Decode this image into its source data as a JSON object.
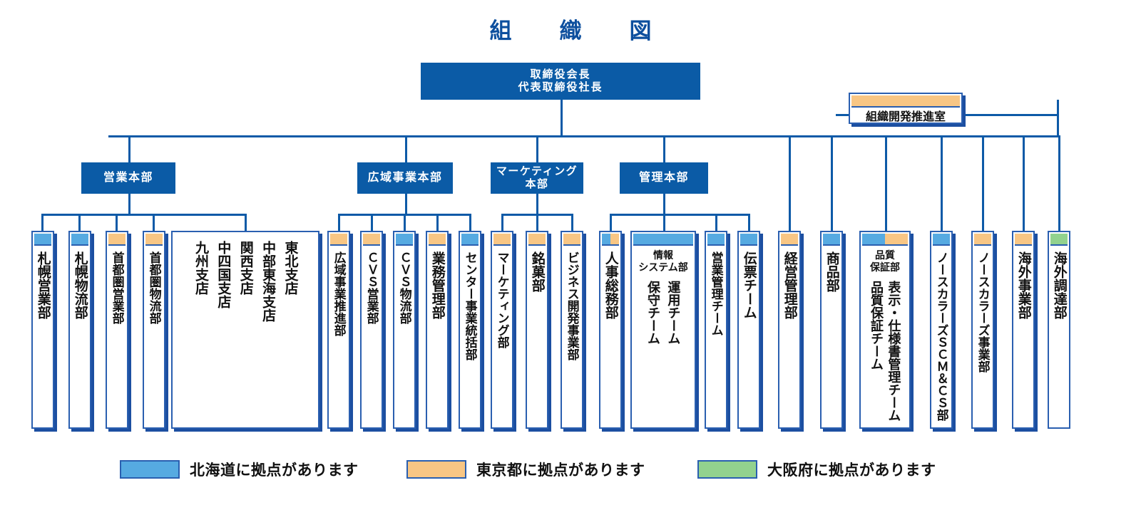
{
  "title": "組　織　図",
  "colors": {
    "brand_blue": "#0b5ba6",
    "line_blue": "#0d5aa7",
    "hokkaido": "#56aae1",
    "tokyo": "#f8c684",
    "osaka": "#92d28e",
    "box_border": "#2a5fb0",
    "shadow": "#1c4fa1"
  },
  "root": {
    "label": "取締役会長\n代表取締役社長"
  },
  "staff_unit": {
    "label": "組織開発推進室",
    "cap": "tokyo"
  },
  "divisions": [
    {
      "label": "営業本部"
    },
    {
      "label": "広域事業本部"
    },
    {
      "label": "マーケティング\n本部"
    },
    {
      "label": "管理本部"
    }
  ],
  "departments": [
    {
      "label": "札幌営業部",
      "cap": [
        "hokkaido"
      ]
    },
    {
      "label": "札幌物流部",
      "cap": [
        "hokkaido"
      ]
    },
    {
      "label": "首都圏営業部",
      "cap": [
        "tokyo"
      ]
    },
    {
      "label": "首都圏物流部",
      "cap": [
        "tokyo"
      ]
    },
    {
      "label": "東北支店",
      "cap": [
        "none"
      ]
    },
    {
      "label": "中部東海支店",
      "cap": [
        "none"
      ]
    },
    {
      "label": "関西支店",
      "cap": [
        "none"
      ]
    },
    {
      "label": "中四国支店",
      "cap": [
        "none"
      ]
    },
    {
      "label": "九州支店",
      "cap": [
        "none"
      ]
    },
    {
      "label": "広域事業推進部",
      "cap": [
        "tokyo"
      ]
    },
    {
      "label": "ＣＶＳ営業部",
      "cap": [
        "tokyo"
      ]
    },
    {
      "label": "ＣＶＳ物流部",
      "cap": [
        "hokkaido"
      ]
    },
    {
      "label": "業務管理部",
      "cap": [
        "tokyo"
      ]
    },
    {
      "label": "センター事業統括部",
      "cap": [
        "hokkaido"
      ]
    },
    {
      "label": "マーケティング部",
      "cap": [
        "tokyo"
      ]
    },
    {
      "label": "銘菓部",
      "cap": [
        "tokyo"
      ]
    },
    {
      "label": "ビジネス開発事業部",
      "cap": [
        "tokyo"
      ]
    },
    {
      "label": "人事総務部",
      "cap": [
        "hokkaido",
        "tokyo"
      ]
    },
    {
      "label": "情報\nシステム部",
      "cap": [
        "hokkaido"
      ],
      "teams": [
        "運用チーム",
        "保守チーム"
      ]
    },
    {
      "label": "営業管理チーム",
      "cap": [
        "hokkaido"
      ]
    },
    {
      "label": "伝票チーム",
      "cap": [
        "hokkaido"
      ]
    },
    {
      "label": "経営管理部",
      "cap": [
        "tokyo"
      ]
    },
    {
      "label": "商品部",
      "cap": [
        "hokkaido"
      ]
    },
    {
      "label": "品質\n保証部",
      "cap": [
        "hokkaido",
        "tokyo"
      ],
      "teams": [
        "表示・仕様書管理チーム",
        "品質保証チーム"
      ]
    },
    {
      "label": "ノースカラーズＳＣＭ＆ＣＳ部",
      "cap": [
        "hokkaido"
      ]
    },
    {
      "label": "ノースカラーズ事業部",
      "cap": [
        "tokyo"
      ]
    },
    {
      "label": "海外事業部",
      "cap": [
        "tokyo"
      ]
    },
    {
      "label": "海外調達部",
      "cap": [
        "osaka"
      ]
    }
  ],
  "legend": [
    {
      "swatch": "hokkaido",
      "label": "北海道に拠点があります"
    },
    {
      "swatch": "tokyo",
      "label": "東京都に拠点があります"
    },
    {
      "swatch": "osaka",
      "label": "大阪府に拠点があります"
    }
  ]
}
